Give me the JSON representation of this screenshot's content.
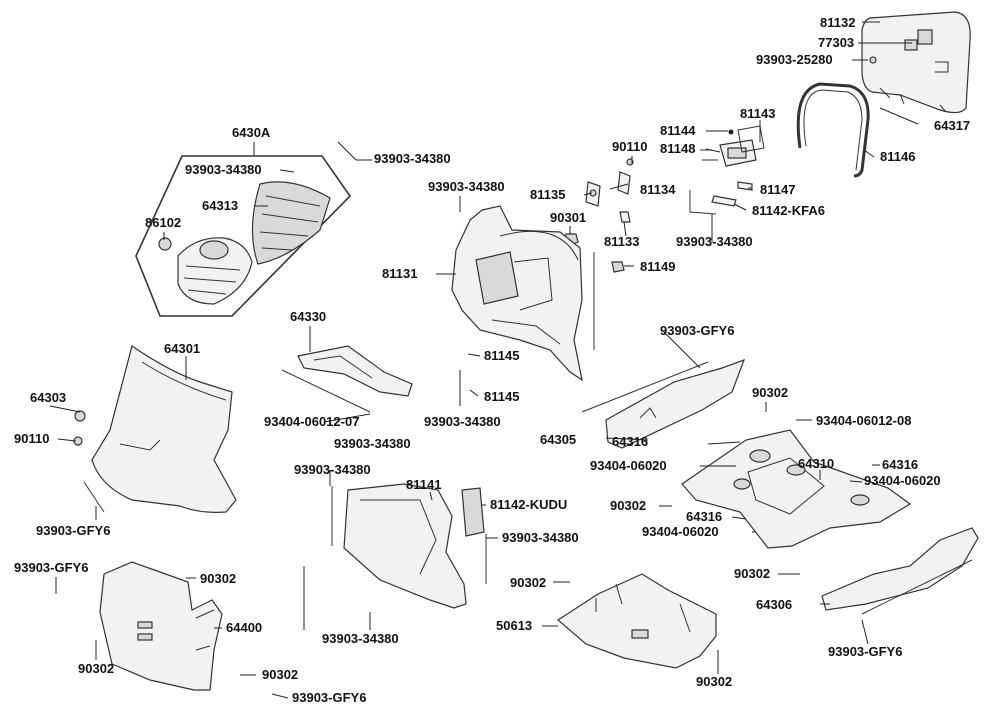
{
  "labels": {
    "p81132": "81132",
    "p77303": "77303",
    "p93903_25280": "93903-25280",
    "p81143": "81143",
    "p81144": "81144",
    "p64317": "64317",
    "p81148": "81148",
    "p90110_top": "90110",
    "p81146": "81146",
    "p6430A": "6430A",
    "p93903_34380_a": "93903-34380",
    "p93903_34380_b": "93903-34380",
    "p64313": "64313",
    "p86102": "86102",
    "p93903_34380_c": "93903-34380",
    "p81135": "81135",
    "p81134": "81134",
    "p81147": "81147",
    "p81142_KFA6": "81142-KFA6",
    "p90301": "90301",
    "p81133": "81133",
    "p93903_34380_d": "93903-34380",
    "p81131": "81131",
    "p81149": "81149",
    "p64330": "64330",
    "p64301": "64301",
    "p93903_GFY6_a": "93903-GFY6",
    "p81145_a": "81145",
    "p81145_b": "81145",
    "p64303": "64303",
    "p90302_a": "90302",
    "p93404_06012_08": "93404-06012-08",
    "p90110_left": "90110",
    "p93404_06012_07": "93404-06012-07",
    "p93903_34380_e": "93903-34380",
    "p64305": "64305",
    "p64316_a": "64316",
    "p93903_34380_f": "93903-34380",
    "p93903_34380_g": "93903-34380",
    "p93404_06020_a": "93404-06020",
    "p64310": "64310",
    "p64316_b": "64316",
    "p81141": "81141",
    "p93404_06020_b": "93404-06020",
    "p81142_KUDU": "81142-KUDU",
    "p90302_b": "90302",
    "p93903_GFY6_b": "93903-GFY6",
    "p64316_c": "64316",
    "p93404_06020_c": "93404-06020",
    "p93903_34380_h": "93903-34380",
    "p93903_GFY6_c": "93903-GFY6",
    "p90302_c": "90302",
    "p90302_d": "90302",
    "p90302_e": "90302",
    "p64306": "64306",
    "p64400": "64400",
    "p50613": "50613",
    "p93903_34380_i": "93903-34380",
    "p90302_f": "90302",
    "p90302_g": "90302",
    "p90302_h": "90302",
    "p93903_GFY6_d": "93903-GFY6",
    "p93903_GFY6_e": "93903-GFY6"
  }
}
